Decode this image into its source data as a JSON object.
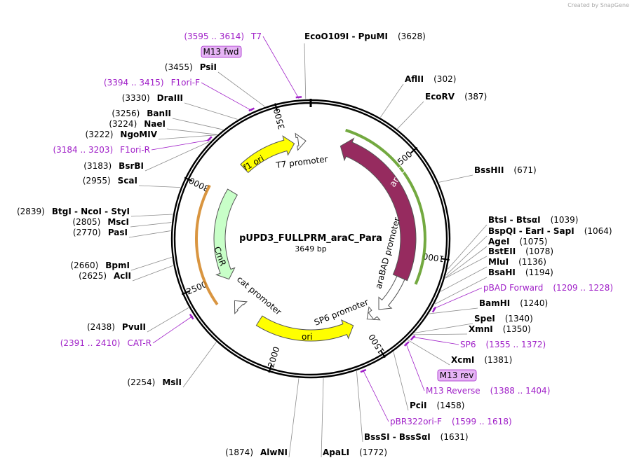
{
  "credit": "Created by SnapGene",
  "plasmid": {
    "name": "pUPD3_FULLPRM_araC_Para",
    "size": "3649 bp"
  },
  "ticks": [
    "500",
    "1000",
    "1500",
    "2000",
    "2500",
    "3000",
    "3500"
  ],
  "sites": [
    {
      "name": "EcoO109I  -  PpuMI",
      "pos": "(3628)"
    },
    {
      "name": "AflII",
      "pos": "(302)"
    },
    {
      "name": "EcoRV",
      "pos": "(387)"
    },
    {
      "name": "BssHII",
      "pos": "(671)"
    },
    {
      "name": "BtsI  -  BtsαI",
      "pos": "(1039)"
    },
    {
      "name": "BspQI  -  EarI  -  SapI",
      "pos": "(1064)"
    },
    {
      "name": "AgeI",
      "pos": "(1075)"
    },
    {
      "name": "BstEII",
      "pos": "(1078)"
    },
    {
      "name": "MluI",
      "pos": "(1136)"
    },
    {
      "name": "BsaHI",
      "pos": "(1194)"
    },
    {
      "name": "BamHI",
      "pos": "(1240)"
    },
    {
      "name": "SpeI",
      "pos": "(1340)"
    },
    {
      "name": "XmnI",
      "pos": "(1350)"
    },
    {
      "name": "XcmI",
      "pos": "(1381)"
    },
    {
      "name": "PciI",
      "pos": "(1458)"
    },
    {
      "name": "BssSI  -  BssSαI",
      "pos": "(1631)"
    },
    {
      "name": "ApaLI",
      "pos": "(1772)"
    },
    {
      "name": "AlwNI",
      "pos": "(1874)"
    },
    {
      "name": "MslI",
      "pos": "(2254)"
    },
    {
      "name": "PvuII",
      "pos": "(2438)"
    },
    {
      "name": "AclI",
      "pos": "(2625)"
    },
    {
      "name": "BpmI",
      "pos": "(2660)"
    },
    {
      "name": "PasI",
      "pos": "(2770)"
    },
    {
      "name": "MscI",
      "pos": "(2805)"
    },
    {
      "name": "BtgI  -  NcoI  -  StyI",
      "pos": "(2839)"
    },
    {
      "name": "ScaI",
      "pos": "(2955)"
    },
    {
      "name": "BsrBI",
      "pos": "(3183)"
    },
    {
      "name": "NgoMIV",
      "pos": "(3222)"
    },
    {
      "name": "NaeI",
      "pos": "(3224)"
    },
    {
      "name": "BanII",
      "pos": "(3256)"
    },
    {
      "name": "DraIII",
      "pos": "(3330)"
    },
    {
      "name": "PsiI",
      "pos": "(3455)"
    }
  ],
  "primers": [
    {
      "name": "T7",
      "range": "(3595 .. 3614)"
    },
    {
      "name": "F1ori-F",
      "range": "(3394 .. 3415)"
    },
    {
      "name": "F1ori-R",
      "range": "(3184 .. 3203)"
    },
    {
      "name": "CAT-R",
      "range": "(2391 .. 2410)"
    },
    {
      "name": "pBAD Forward",
      "range": "(1209 .. 1228)"
    },
    {
      "name": "SP6",
      "range": "(1355 .. 1372)"
    },
    {
      "name": "M13 Reverse",
      "range": "(1388 .. 1404)"
    },
    {
      "name": "pBR322ori-F",
      "range": "(1599 .. 1618)"
    }
  ],
  "primer_boxes": [
    "M13 fwd",
    "M13 rev"
  ],
  "features": [
    {
      "name": "araC",
      "color": "#962b5f"
    },
    {
      "name": "araBAD promoter",
      "color": "#ffffff"
    },
    {
      "name": "SP6 promoter",
      "color": "#ffffff"
    },
    {
      "name": "ori",
      "color": "#ffff00"
    },
    {
      "name": "cat promoter",
      "color": "#ffffff"
    },
    {
      "name": "CmR",
      "color": "#c8ffc8"
    },
    {
      "name": "f1 ori",
      "color": "#ffff00"
    },
    {
      "name": "T7 promoter",
      "color": "#ffffff"
    }
  ],
  "colors": {
    "primer": "#a020c8",
    "primer_box": "#e6b4f5",
    "orf_green": "#5a9a1e",
    "orf_orange": "#d2821e"
  }
}
